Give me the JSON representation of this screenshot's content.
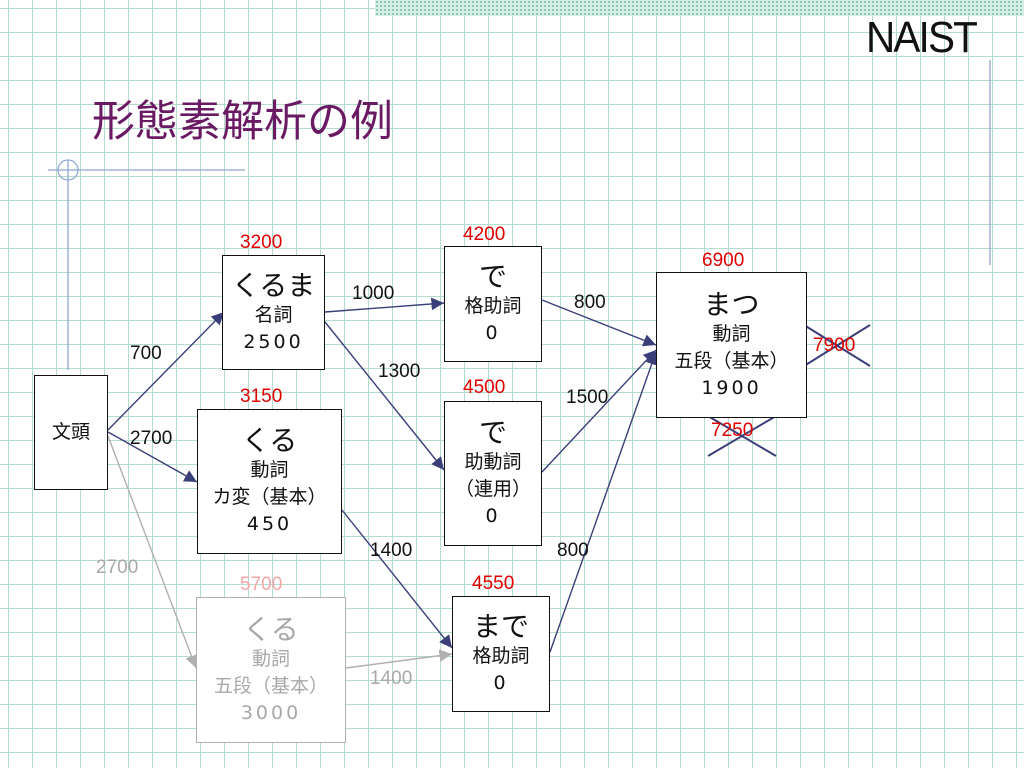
{
  "slide": {
    "logo": "NAIST",
    "title": "形態素解析の例"
  },
  "nodes": {
    "bos": {
      "label": "文頭"
    },
    "kuruma": {
      "word": "くるま",
      "pos": "名詞",
      "cost": "2500",
      "total": "3200"
    },
    "kuru_ka": {
      "word": "くる",
      "pos": "動詞",
      "conj": "カ変（基本）",
      "cost": "450",
      "total": "3150"
    },
    "kuru_go": {
      "word": "くる",
      "pos": "動詞",
      "conj": "五段（基本）",
      "cost": "3000",
      "total": "5700"
    },
    "de_case": {
      "word": "で",
      "pos": "格助詞",
      "cost": "0",
      "total": "4200"
    },
    "de_aux": {
      "word": "で",
      "pos": "助動詞",
      "conj": "（連用）",
      "cost": "0",
      "total": "4500"
    },
    "made": {
      "word": "まで",
      "pos": "格助詞",
      "cost": "0",
      "total": "4550"
    },
    "matsu": {
      "word": "まつ",
      "pos": "動詞",
      "conj": "五段（基本）",
      "cost": "1900",
      "total": "6900"
    }
  },
  "edges": {
    "bos_kuruma": "700",
    "bos_kuru_ka": "2700",
    "bos_kuru_go": "2700",
    "kuruma_de_case": "1000",
    "kuruma_de_aux": "1300",
    "kuru_ka_made": "1400",
    "kuru_go_made": "1400",
    "de_case_matsu": "800",
    "de_aux_matsu": "1500",
    "made_matsu": "800"
  },
  "rejected_totals": [
    "7900",
    "7250"
  ],
  "colors": {
    "title": "#6a1a63",
    "total": "#e00000",
    "faded_total": "#f4a6a6",
    "edge": "#3a3f7a",
    "faded_edge": "#b0b0b0",
    "cross": "#3a3f7a",
    "grid": "#b3dccf"
  }
}
